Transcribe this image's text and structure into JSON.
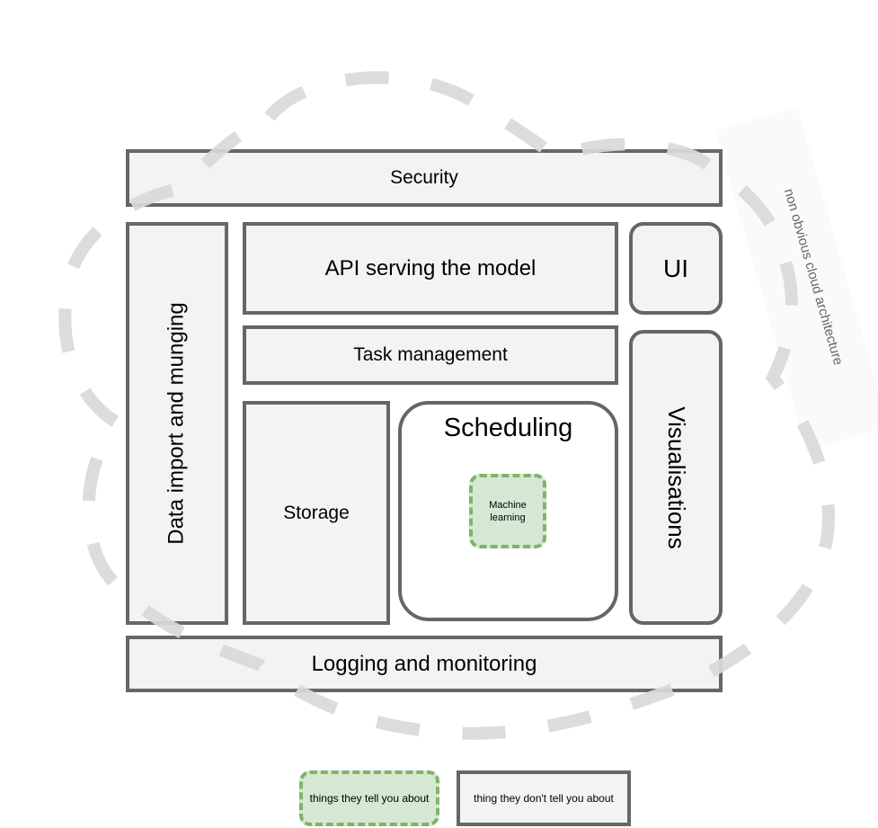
{
  "diagram": {
    "security": "Security",
    "data_import": "Data import and munging",
    "api": "API serving the model",
    "ui": "UI",
    "task_management": "Task management",
    "visualisations": "Visualisations",
    "storage": "Storage",
    "scheduling": "Scheduling",
    "machine_learning": [
      "Machine",
      "learning"
    ],
    "logging": "Logging and monitoring",
    "cloud_label": "non obvious cloud architecture"
  },
  "legend": {
    "told": "things they tell you about",
    "not_told": "thing they don't tell you about"
  },
  "colors": {
    "box_fill": "#f3f3f3",
    "box_border": "#666666",
    "highlight_fill": "#d5e8d4",
    "highlight_border": "#82b366",
    "cloud_stroke": "#d9d9d9"
  }
}
